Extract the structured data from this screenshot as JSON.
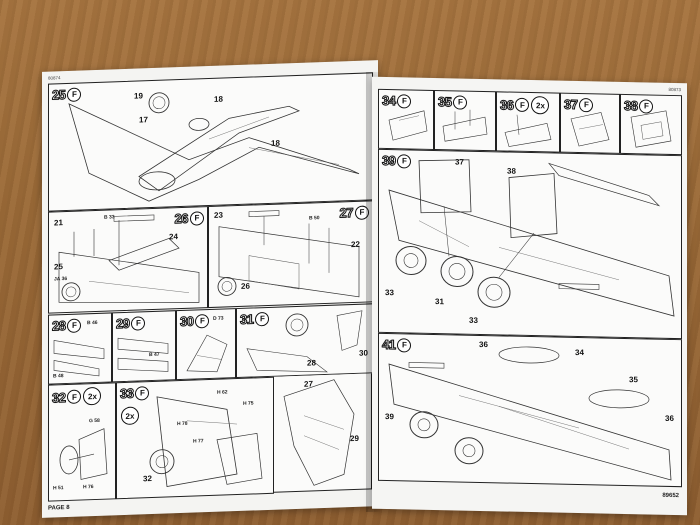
{
  "document": {
    "left_page": {
      "header_code": "80874",
      "footer": "PAGE 8",
      "steps": [
        {
          "id": "s25",
          "number": "25",
          "parts": [
            "19",
            "18",
            "17",
            "18"
          ]
        },
        {
          "id": "s26",
          "number": "26",
          "parts": [
            "21",
            "24",
            "25"
          ],
          "codes": [
            "B 33",
            "JA 36"
          ]
        },
        {
          "id": "s27",
          "number": "27",
          "parts": [
            "23",
            "22",
            "26"
          ],
          "codes": [
            "B 50"
          ]
        },
        {
          "id": "s28",
          "number": "28",
          "codes": [
            "B 46",
            "B 48"
          ]
        },
        {
          "id": "s29",
          "number": "29",
          "codes": [
            "B 47"
          ]
        },
        {
          "id": "s30",
          "number": "30",
          "codes": [
            "D 73"
          ]
        },
        {
          "id": "s31",
          "number": "31",
          "parts": [
            "28",
            "30",
            "27"
          ]
        },
        {
          "id": "s32",
          "number": "32",
          "badge": "2x",
          "codes": [
            "G 58",
            "H 51",
            "H 76"
          ]
        },
        {
          "id": "s33",
          "number": "33",
          "badge": "2x",
          "parts": [
            "29",
            "32"
          ],
          "codes": [
            "H 62",
            "H 75",
            "H 77",
            "H 78"
          ]
        }
      ]
    },
    "right_page": {
      "header_code": "80873",
      "footer": "89652",
      "steps": [
        {
          "id": "s34",
          "number": "34"
        },
        {
          "id": "s35",
          "number": "35"
        },
        {
          "id": "s36",
          "number": "36",
          "badge": "2x"
        },
        {
          "id": "s37",
          "number": "37"
        },
        {
          "id": "s38",
          "number": "38"
        },
        {
          "id": "s39",
          "number": "39",
          "parts": [
            "37",
            "38",
            "33",
            "31",
            "33"
          ]
        },
        {
          "id": "s41",
          "number": "41",
          "parts": [
            "36",
            "34",
            "35",
            "39",
            "36"
          ]
        }
      ]
    }
  }
}
